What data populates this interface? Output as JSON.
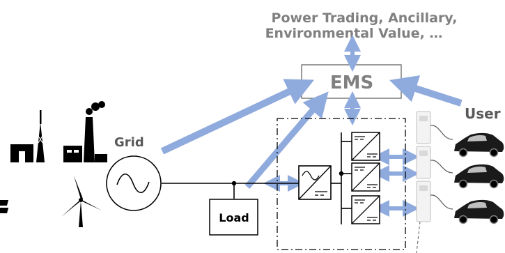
{
  "diagram": {
    "top_label_line1": "Power Trading, Ancillary,",
    "top_label_line2": "Environmental Value, …",
    "ems_label": "EMS",
    "grid_label": "Grid",
    "user_label": "User",
    "load_label": "Load"
  },
  "colors": {
    "arrow": "#8faadc",
    "gray_text": "#808080",
    "ink": "#000000",
    "dark_text": "#595959"
  },
  "icons": [
    "factory-icon",
    "smokestack-factory-icon",
    "solar-panel-icon",
    "wind-turbine-icon",
    "ac-source-icon",
    "ac-dc-converter-icon",
    "dc-dc-converter-icon",
    "ev-charger-icon",
    "electric-car-icon"
  ]
}
